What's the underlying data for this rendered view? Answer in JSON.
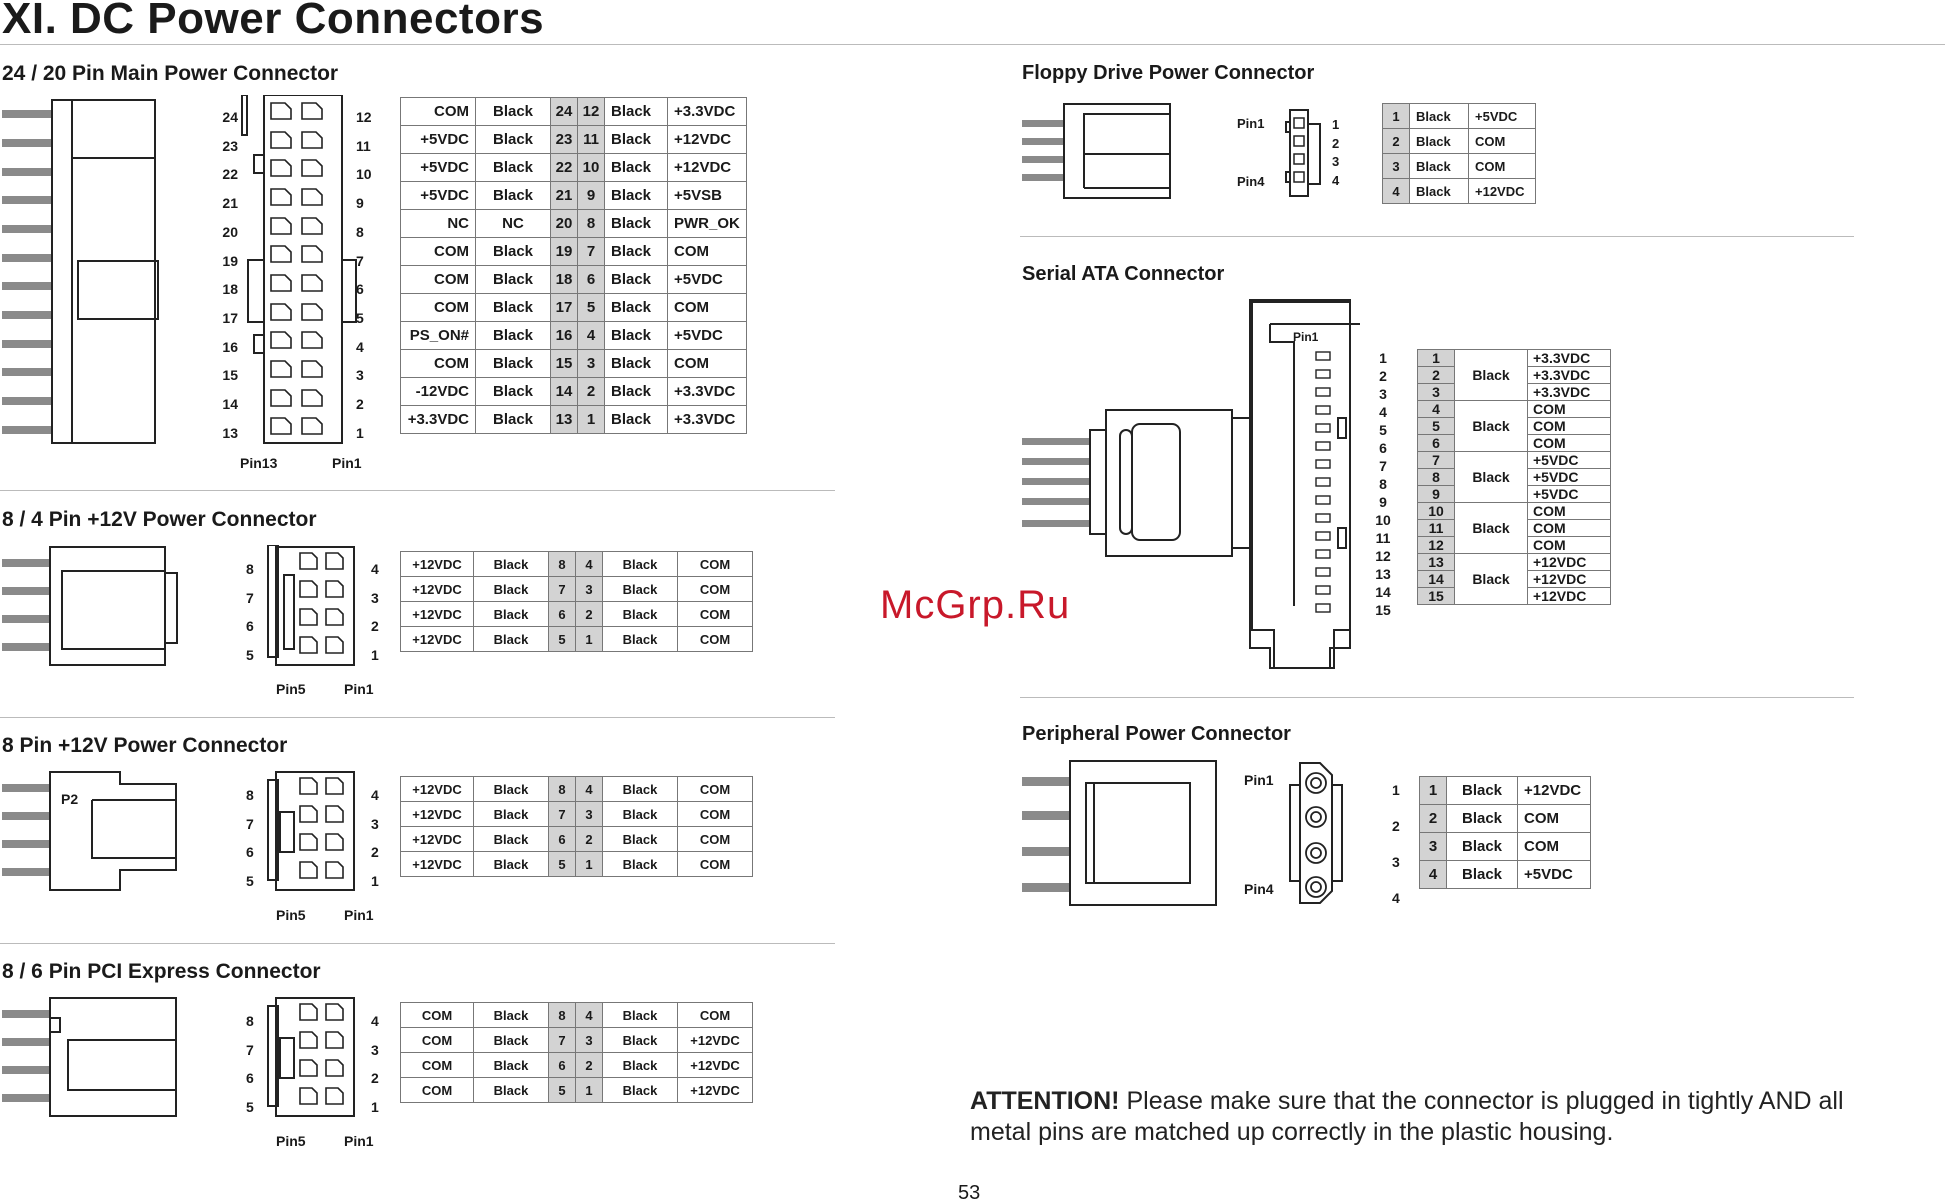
{
  "page": {
    "title": "XI. DC Power Connectors",
    "page_number": "53",
    "watermark": "McGrp.Ru"
  },
  "main24": {
    "title": "24 / 20 Pin Main Power Connector",
    "left_nums": [
      "24",
      "23",
      "22",
      "21",
      "20",
      "19",
      "18",
      "17",
      "16",
      "15",
      "14",
      "13"
    ],
    "right_nums": [
      "12",
      "11",
      "10",
      "9",
      "8",
      "7",
      "6",
      "5",
      "4",
      "3",
      "2",
      "1"
    ],
    "pin_label_left": "Pin13",
    "pin_label_right": "Pin1",
    "rows": [
      [
        "COM",
        "Black",
        "24",
        "12",
        "Black",
        "+3.3VDC"
      ],
      [
        "+5VDC",
        "Black",
        "23",
        "11",
        "Black",
        "+12VDC"
      ],
      [
        "+5VDC",
        "Black",
        "22",
        "10",
        "Black",
        "+12VDC"
      ],
      [
        "+5VDC",
        "Black",
        "21",
        "9",
        "Black",
        "+5VSB"
      ],
      [
        "NC",
        "NC",
        "20",
        "8",
        "Black",
        "PWR_OK"
      ],
      [
        "COM",
        "Black",
        "19",
        "7",
        "Black",
        "COM"
      ],
      [
        "COM",
        "Black",
        "18",
        "6",
        "Black",
        "+5VDC"
      ],
      [
        "COM",
        "Black",
        "17",
        "5",
        "Black",
        "COM"
      ],
      [
        "PS_ON#",
        "Black",
        "16",
        "4",
        "Black",
        "+5VDC"
      ],
      [
        "COM",
        "Black",
        "15",
        "3",
        "Black",
        "COM"
      ],
      [
        "-12VDC",
        "Black",
        "14",
        "2",
        "Black",
        "+3.3VDC"
      ],
      [
        "+3.3VDC",
        "Black",
        "13",
        "1",
        "Black",
        "+3.3VDC"
      ]
    ]
  },
  "c84": {
    "title": "8 / 4 Pin +12V Power Connector",
    "left_nums": [
      "8",
      "7",
      "6",
      "5"
    ],
    "right_nums": [
      "4",
      "3",
      "2",
      "1"
    ],
    "pin_label_left": "Pin5",
    "pin_label_right": "Pin1",
    "rows": [
      [
        "+12VDC",
        "Black",
        "8",
        "4",
        "Black",
        "COM"
      ],
      [
        "+12VDC",
        "Black",
        "7",
        "3",
        "Black",
        "COM"
      ],
      [
        "+12VDC",
        "Black",
        "6",
        "2",
        "Black",
        "COM"
      ],
      [
        "+12VDC",
        "Black",
        "5",
        "1",
        "Black",
        "COM"
      ]
    ]
  },
  "c8": {
    "title": "8 Pin +12V Power Connector",
    "plug_label": "P2",
    "left_nums": [
      "8",
      "7",
      "6",
      "5"
    ],
    "right_nums": [
      "4",
      "3",
      "2",
      "1"
    ],
    "pin_label_left": "Pin5",
    "pin_label_right": "Pin1",
    "rows": [
      [
        "+12VDC",
        "Black",
        "8",
        "4",
        "Black",
        "COM"
      ],
      [
        "+12VDC",
        "Black",
        "7",
        "3",
        "Black",
        "COM"
      ],
      [
        "+12VDC",
        "Black",
        "6",
        "2",
        "Black",
        "COM"
      ],
      [
        "+12VDC",
        "Black",
        "5",
        "1",
        "Black",
        "COM"
      ]
    ]
  },
  "pcie": {
    "title": "8 / 6 Pin PCI Express Connector",
    "left_nums": [
      "8",
      "7",
      "6",
      "5"
    ],
    "right_nums": [
      "4",
      "3",
      "2",
      "1"
    ],
    "pin_label_left": "Pin5",
    "pin_label_right": "Pin1",
    "rows": [
      [
        "COM",
        "Black",
        "8",
        "4",
        "Black",
        "COM"
      ],
      [
        "COM",
        "Black",
        "7",
        "3",
        "Black",
        "+12VDC"
      ],
      [
        "COM",
        "Black",
        "6",
        "2",
        "Black",
        "+12VDC"
      ],
      [
        "COM",
        "Black",
        "5",
        "1",
        "Black",
        "+12VDC"
      ]
    ]
  },
  "floppy": {
    "title": "Floppy Drive Power Connector",
    "pin_label_top": "Pin1",
    "pin_label_bottom": "Pin4",
    "nums": [
      "1",
      "2",
      "3",
      "4"
    ],
    "rows": [
      [
        "1",
        "Black",
        "+5VDC"
      ],
      [
        "2",
        "Black",
        "COM"
      ],
      [
        "3",
        "Black",
        "COM"
      ],
      [
        "4",
        "Black",
        "+12VDC"
      ]
    ]
  },
  "sata": {
    "title": "Serial ATA Connector",
    "pin_label": "Pin1",
    "nums": [
      "1",
      "2",
      "3",
      "4",
      "5",
      "6",
      "7",
      "8",
      "9",
      "10",
      "11",
      "12",
      "13",
      "14",
      "15"
    ],
    "groups": [
      {
        "color": "Black",
        "pins": [
          "1",
          "2",
          "3"
        ],
        "values": [
          "+3.3VDC",
          "+3.3VDC",
          "+3.3VDC"
        ]
      },
      {
        "color": "Black",
        "pins": [
          "4",
          "5",
          "6"
        ],
        "values": [
          "COM",
          "COM",
          "COM"
        ]
      },
      {
        "color": "Black",
        "pins": [
          "7",
          "8",
          "9"
        ],
        "values": [
          "+5VDC",
          "+5VDC",
          "+5VDC"
        ]
      },
      {
        "color": "Black",
        "pins": [
          "10",
          "11",
          "12"
        ],
        "values": [
          "COM",
          "COM",
          "COM"
        ]
      },
      {
        "color": "Black",
        "pins": [
          "13",
          "14",
          "15"
        ],
        "values": [
          "+12VDC",
          "+12VDC",
          "+12VDC"
        ]
      }
    ]
  },
  "peripheral": {
    "title": "Peripheral Power Connector",
    "pin_label_top": "Pin1",
    "pin_label_bottom": "Pin4",
    "nums": [
      "1",
      "2",
      "3",
      "4"
    ],
    "rows": [
      [
        "1",
        "Black",
        "+12VDC"
      ],
      [
        "2",
        "Black",
        "COM"
      ],
      [
        "3",
        "Black",
        "COM"
      ],
      [
        "4",
        "Black",
        "+5VDC"
      ]
    ]
  },
  "attention": {
    "label": "ATTENTION!",
    "text_line1": "Please make sure that the connector is plugged in tightly AND all",
    "text_line2": "metal pins are matched up correctly in the plastic housing."
  }
}
